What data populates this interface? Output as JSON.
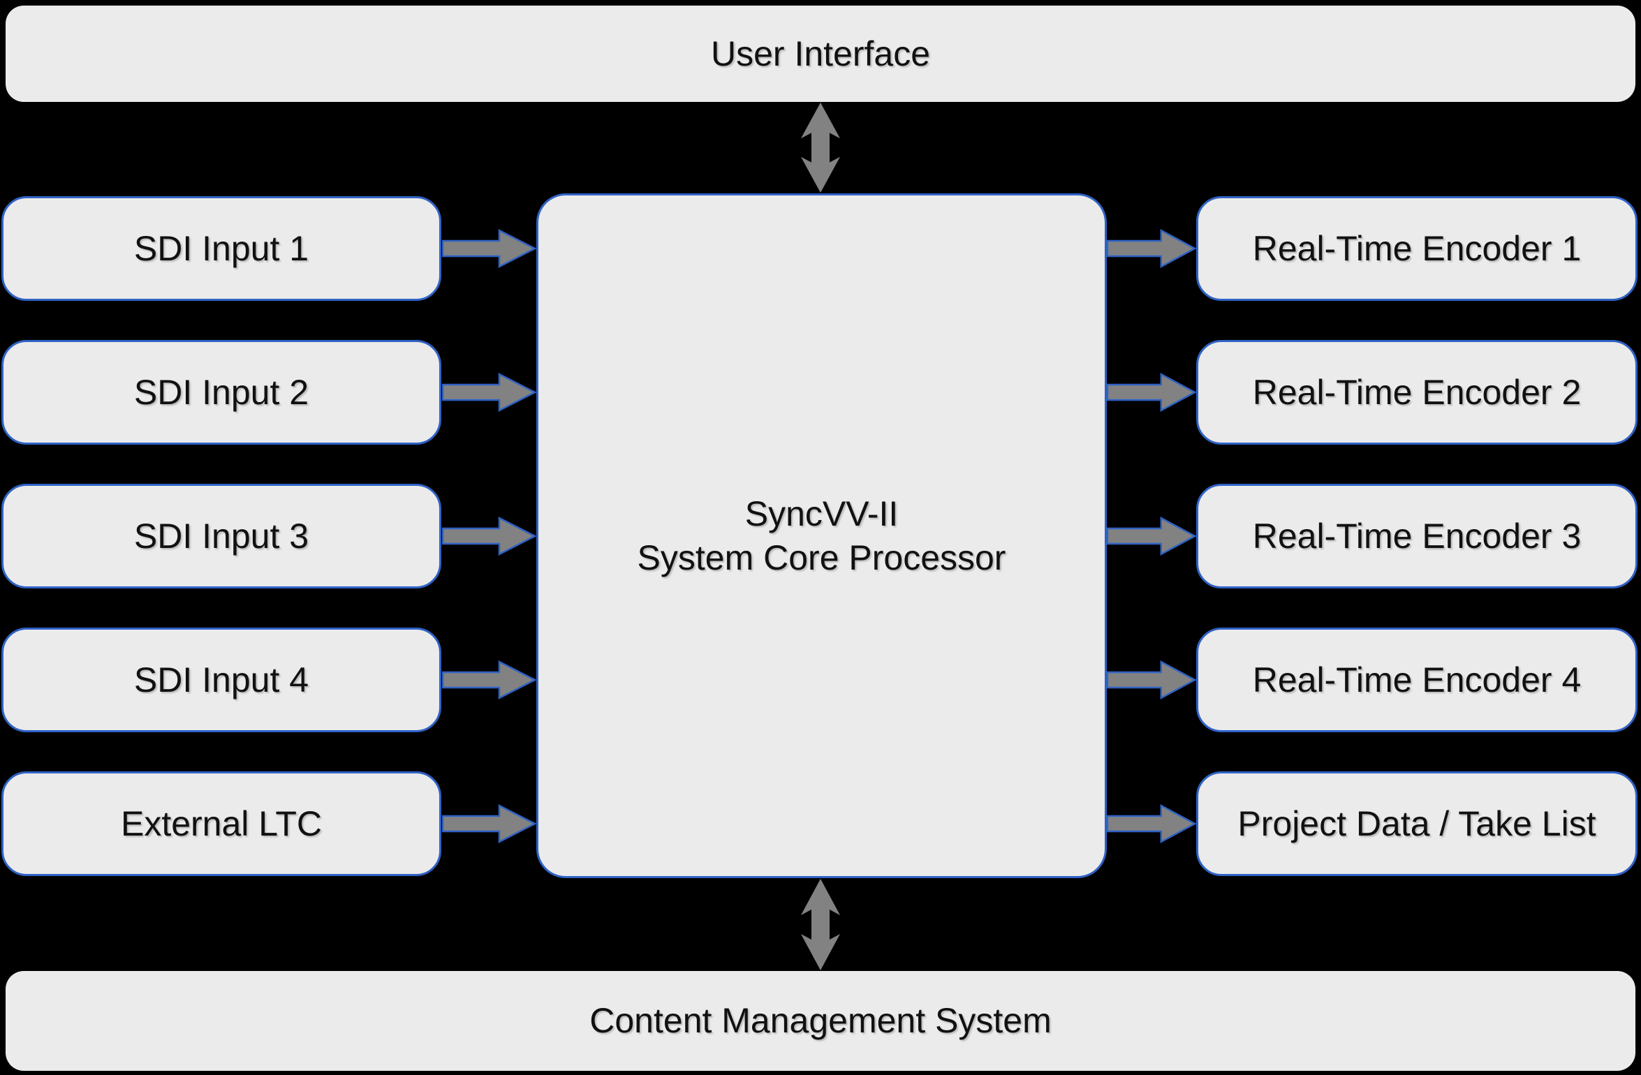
{
  "diagram": {
    "top_box": {
      "label": "User Interface"
    },
    "center_box": {
      "label_line1": "SyncVV-II",
      "label_line2": "System Core Processor"
    },
    "bottom_box": {
      "label": "Content Management System"
    },
    "left_boxes": [
      {
        "label": "SDI Input 1"
      },
      {
        "label": "SDI Input 2"
      },
      {
        "label": "SDI Input 3"
      },
      {
        "label": "SDI Input 4"
      },
      {
        "label": "External LTC"
      }
    ],
    "right_boxes": [
      {
        "label": "Real-Time Encoder 1"
      },
      {
        "label": "Real-Time Encoder 2"
      },
      {
        "label": "Real-Time Encoder 3"
      },
      {
        "label": "Real-Time Encoder 4"
      },
      {
        "label": "Project Data / Take List"
      }
    ],
    "colors": {
      "background": "#000000",
      "box_fill": "#ebebeb",
      "box_border": "#2f62c5",
      "arrow_fill": "#828282",
      "arrow_stroke": "#2f62c5",
      "text": "#111111"
    }
  }
}
